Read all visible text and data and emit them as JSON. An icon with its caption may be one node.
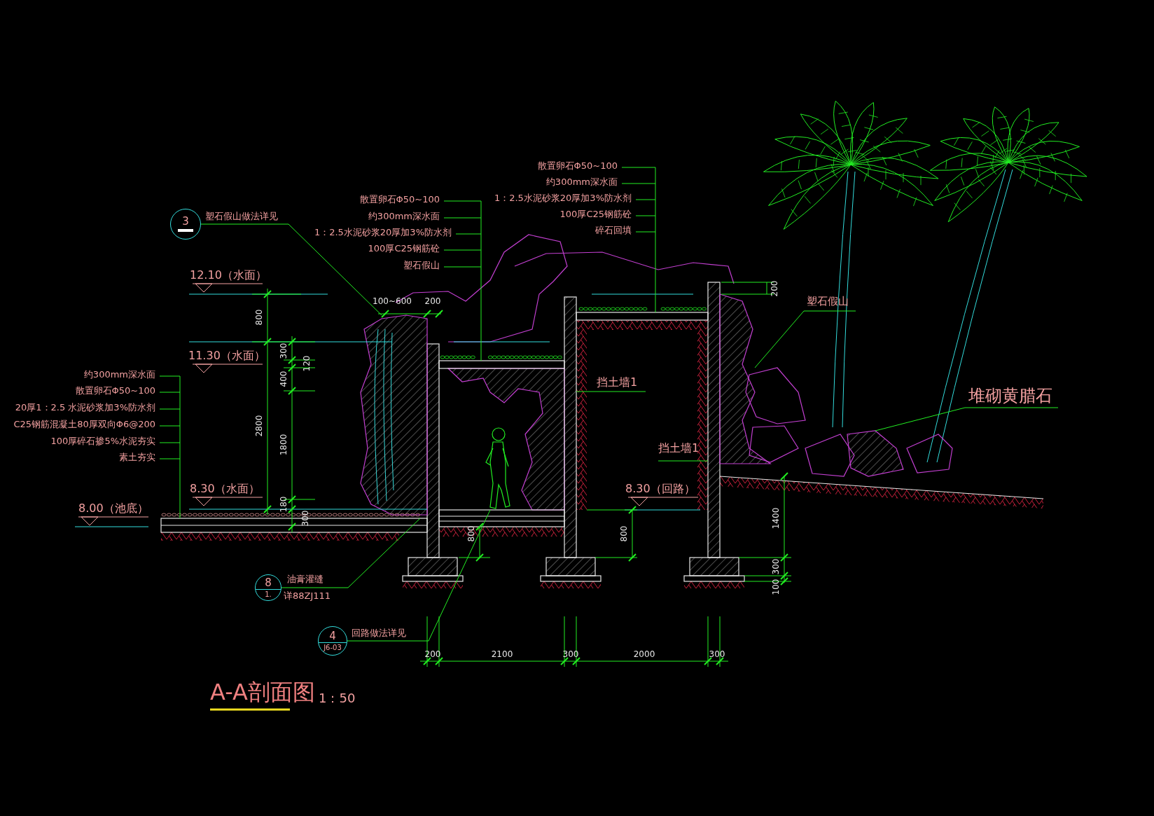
{
  "diagram": {
    "title": "A-A剖面图",
    "nodes": [
      {
        "text": [
          "3"
        ],
        "beside": [
          "塑石假山做法详见"
        ]
      },
      {
        "text": [
          "8",
          "1."
        ],
        "beside": [
          "油膏灌缝",
          "详88ZJ111"
        ]
      },
      {
        "text": [
          "4",
          "J6-03"
        ],
        "beside": [
          "回路做法详见"
        ]
      },
      {
        "text": [
          "挡土墙1"
        ]
      },
      {
        "text": [
          "挡土墙1"
        ]
      },
      {
        "text": [
          "塑石假山"
        ]
      },
      {
        "text": [
          "堆砌黄腊石"
        ]
      },
      {
        "text": [
          "散置卵石Φ50~100"
        ]
      },
      {
        "text": [
          "约300mm深水面"
        ]
      },
      {
        "text": [
          "散置卵石Φ50~100"
        ]
      },
      {
        "text": [
          "1：2.5水泥砂浆20厚加3%防水剂"
        ]
      },
      {
        "text": [
          "约300mm深水面"
        ]
      },
      {
        "text": [
          "100厚C25钢筋砼"
        ]
      },
      {
        "text": [
          "1：2.5水泥砂浆20厚加3%防水剂"
        ]
      },
      {
        "text": [
          "碎石回填"
        ]
      },
      {
        "text": [
          "100厚C25钢筋砼"
        ]
      },
      {
        "text": [
          "塑石假山"
        ]
      },
      {
        "text": [
          "约300mm深水面"
        ]
      },
      {
        "text": [
          "散置卵石Φ50~100"
        ]
      },
      {
        "text": [
          "20厚1：2.5 水泥砂浆加3%防水剂"
        ]
      },
      {
        "text": [
          "C25钢筋混凝土80厚双向Φ6@200"
        ]
      },
      {
        "text": [
          "100厚碎石掺5%水泥夯实"
        ]
      },
      {
        "text": [
          "素土夯实"
        ]
      },
      {
        "text": [],
        "shape": "picture"
      },
      {
        "text": [],
        "shape": "box"
      },
      {
        "text": [],
        "shape": "box"
      },
      {
        "text": [],
        "shape": "bar"
      },
      {
        "text": [],
        "shape": "bar"
      },
      {
        "text": [],
        "shape": "box"
      },
      {
        "text": [],
        "shape": "box"
      },
      {
        "text": [],
        "shape": "picture"
      },
      {
        "text": [],
        "shape": "picture"
      }
    ],
    "edges": [
      {
        "from": 0,
        "to": 23,
        "arrow": "none"
      },
      {
        "from": 1,
        "to": 28,
        "arrow": "none"
      },
      {
        "from": 2,
        "to": 29,
        "arrow": "none"
      },
      {
        "from": 3,
        "to": 26,
        "arrow": "none"
      },
      {
        "from": 4,
        "to": 27,
        "arrow": "none"
      },
      {
        "from": 5,
        "to": 30,
        "arrow": "none"
      },
      {
        "from": 6,
        "to": 31,
        "arrow": "none"
      },
      {
        "from": 7,
        "to": 25,
        "arrow": "none"
      },
      {
        "from": 8,
        "to": 25,
        "arrow": "none"
      },
      {
        "from": 9,
        "to": 24,
        "arrow": "none"
      },
      {
        "from": 10,
        "to": 25,
        "arrow": "none"
      },
      {
        "from": 11,
        "to": 24,
        "arrow": "none"
      },
      {
        "from": 12,
        "to": 25,
        "arrow": "none"
      },
      {
        "from": 13,
        "to": 24,
        "arrow": "none"
      },
      {
        "from": 14,
        "to": 25,
        "arrow": "none"
      },
      {
        "from": 15,
        "to": 24,
        "arrow": "none"
      },
      {
        "from": 16,
        "to": 24,
        "arrow": "none"
      },
      {
        "from": 17,
        "to": 28,
        "arrow": "none"
      },
      {
        "from": 18,
        "to": 28,
        "arrow": "none"
      },
      {
        "from": 19,
        "to": 28,
        "arrow": "none"
      },
      {
        "from": 20,
        "to": 28,
        "arrow": "none"
      },
      {
        "from": 21,
        "to": 28,
        "arrow": "none"
      },
      {
        "from": 22,
        "to": 28,
        "arrow": "none"
      }
    ],
    "labels": [
      "12.10（水面）",
      "200",
      "100~600",
      "200",
      "800",
      "11.30（水面）",
      "300",
      "120",
      "400",
      "2800",
      "1800",
      "8.30（水面）",
      "8.30（回路）",
      "8.00（池底）",
      "180",
      "300",
      "1400",
      "800",
      "800",
      "300",
      "100",
      "200",
      "2100",
      "300",
      "2000",
      "300",
      "1：50"
    ]
  }
}
